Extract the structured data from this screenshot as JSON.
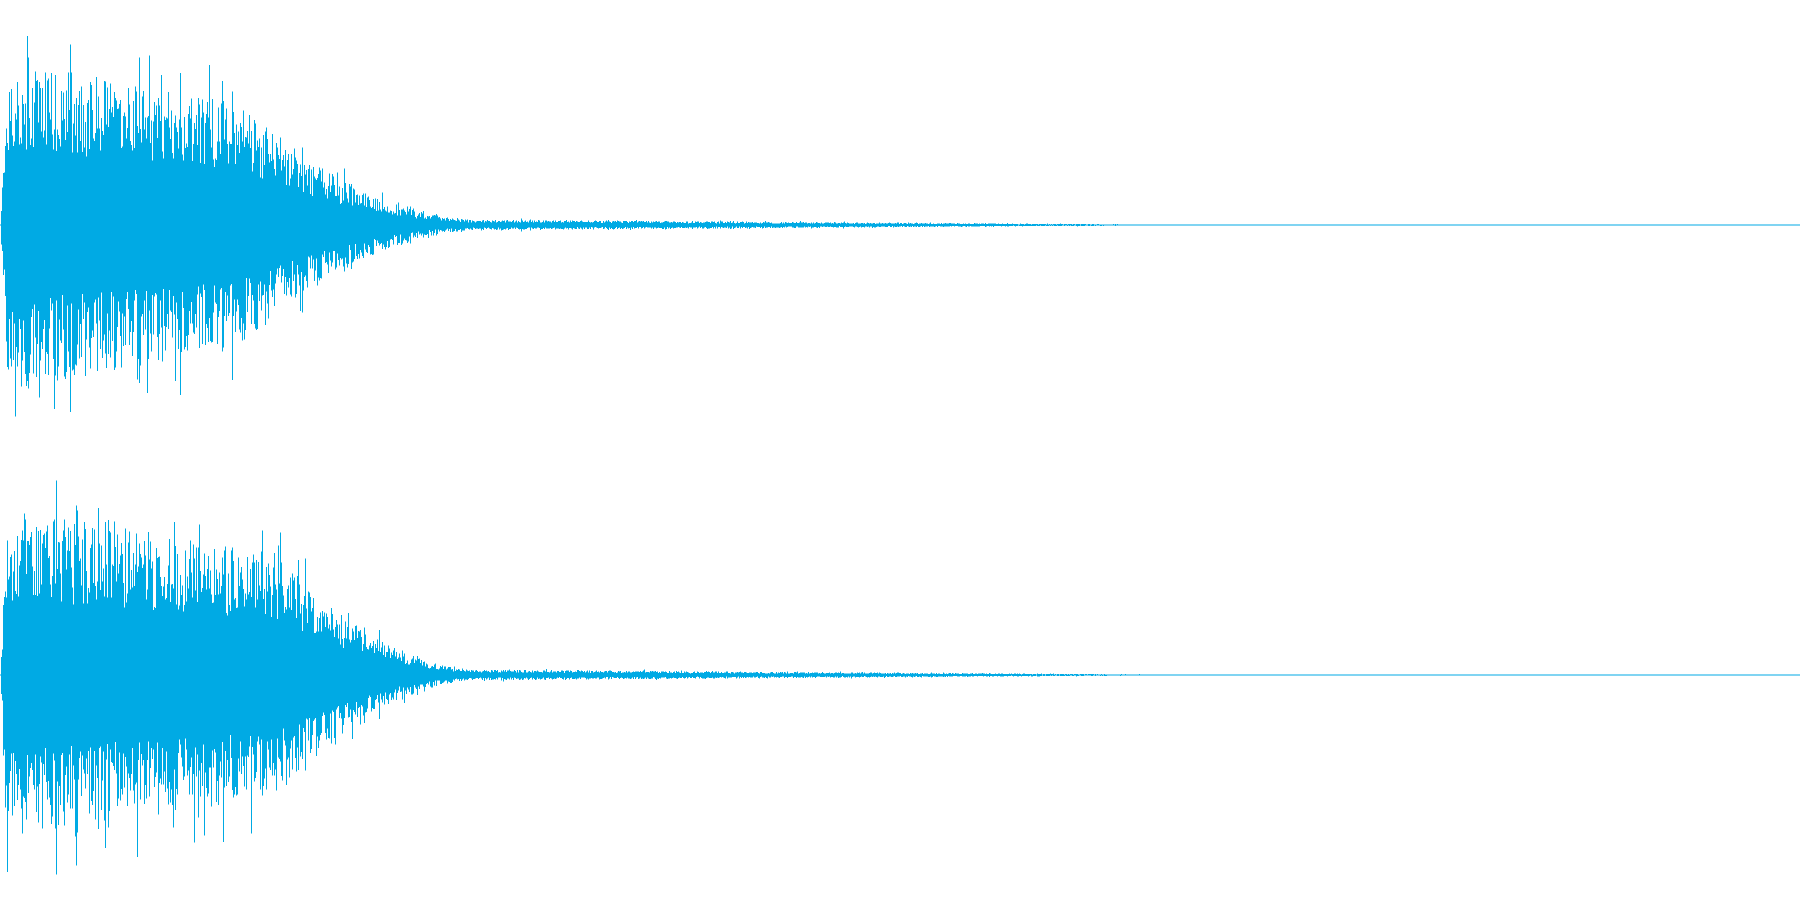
{
  "waveform": {
    "color": "#00aae4",
    "background": "#ffffff",
    "channels": [
      {
        "id": "channel-1",
        "peak": 0.97,
        "attack": 0.004,
        "sustain_end": 0.13,
        "decay_end": 0.27,
        "tail_end": 0.65,
        "seed": 17
      },
      {
        "id": "channel-2",
        "peak": 0.97,
        "attack": 0.004,
        "sustain_end": 0.15,
        "decay_end": 0.27,
        "tail_end": 0.66,
        "seed": 53
      }
    ]
  }
}
